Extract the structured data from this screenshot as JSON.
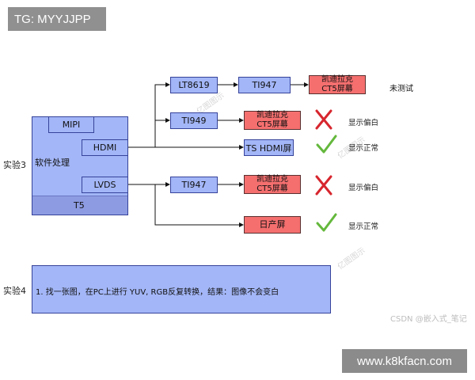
{
  "tag": "TG: MYYJJPP",
  "labels": {
    "exp3": "实验3",
    "exp4": "实验4"
  },
  "panel": {
    "software": "软件处理",
    "mipi": "MIPI",
    "hdmi": "HDMI",
    "lvds": "LVDS",
    "t5": "T5"
  },
  "row1": {
    "bridge1": "LT8619",
    "bridge2": "TI947",
    "screen": "凯迪拉克\nCT5屏幕",
    "status": "未测试"
  },
  "row2": {
    "bridge": "TI949",
    "screen": "凯迪拉克\nCT5屏幕",
    "status": "显示偏白"
  },
  "row3": {
    "screen": "TS HDMI屏",
    "status": "显示正常"
  },
  "row4": {
    "bridge": "TI947",
    "screen": "凯迪拉克\nCT5屏幕",
    "status": "显示偏白"
  },
  "row5": {
    "screen": "日产屏",
    "status": "显示正常"
  },
  "exp4_text": "1. 找一张图，在PC上进行 YUV, RGB反复转换，结果：图像不会变白",
  "faint_watermarks": [
    "亿图图示",
    "亿图图示",
    "亿图图示"
  ],
  "csdn": "CSDN @嵌入式_笔记",
  "bottom_watermark": "www.k8kfacn.com",
  "colors": {
    "blue_fill": "#a3b6f7",
    "red_fill": "#f56f6f",
    "cross": "#d7262e",
    "check": "#64b83c"
  },
  "icons": [
    "cross-icon",
    "check-icon"
  ]
}
